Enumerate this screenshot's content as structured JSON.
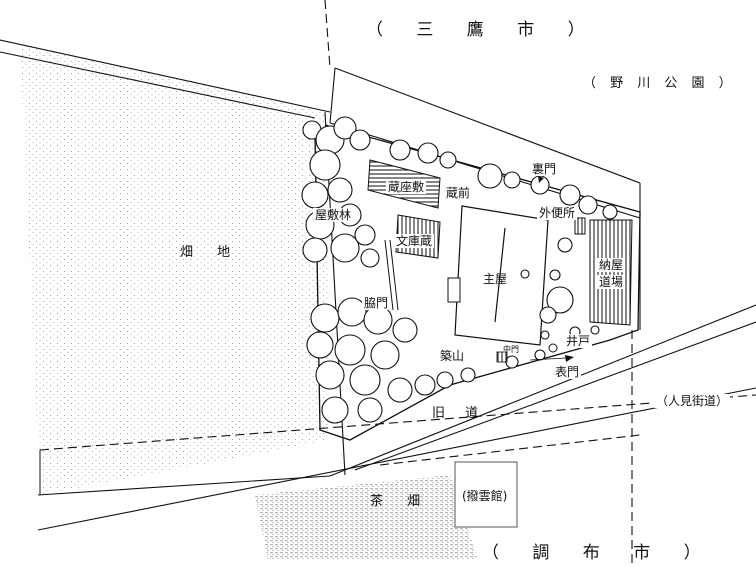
{
  "map": {
    "north_region": "（ 三 鷹 市 ）",
    "park": "（ 野 川 公 園 ）",
    "south_region": "（ 調 布 市 ）",
    "street": "（人見街道）",
    "field": "畑 地",
    "tea_field": "茶 畑",
    "pavilion": "(撥雲館)",
    "old_road": "旧 道",
    "buildings": {
      "storehouse": "蔵座敷",
      "front_of_store": "蔵前",
      "library_store": "文庫蔵",
      "main_house": "主屋",
      "outhouse": "外便所",
      "barn": "納屋",
      "dojo": "道場"
    },
    "gates": {
      "back_gate": "裏門",
      "side_gate": "脇門",
      "inner_gate": "中門",
      "front_gate": "表門"
    },
    "features": {
      "woods": "屋敷林",
      "hill": "築山",
      "well": "井戸"
    },
    "colors": {
      "ink": "#111111",
      "field_dots": "#8a8a8a",
      "paper": "#ffffff"
    }
  }
}
